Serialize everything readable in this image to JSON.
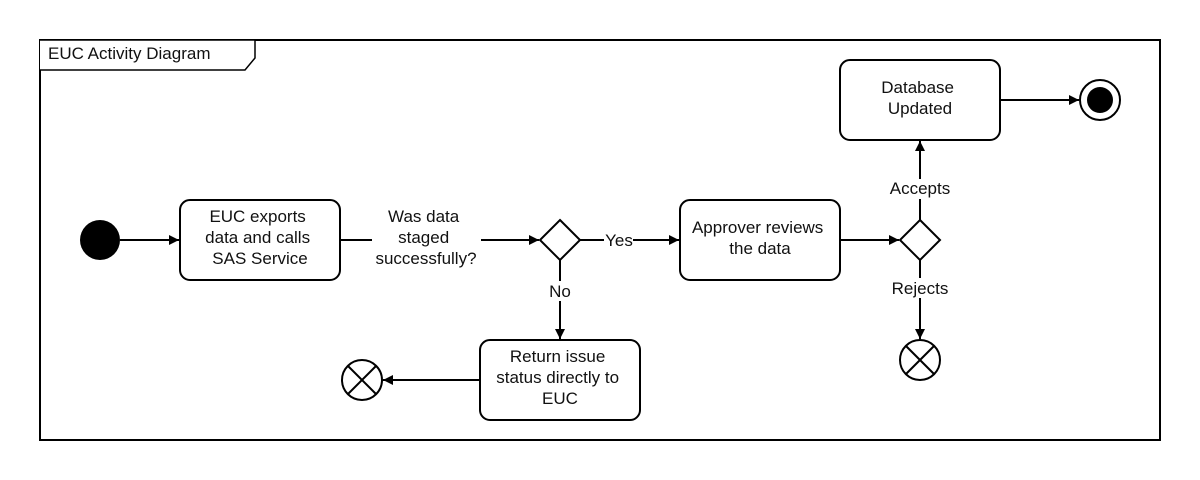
{
  "frame": {
    "title": "EUC Activity Diagram"
  },
  "nodes": {
    "start": {
      "kind": "initial"
    },
    "euc_exports": {
      "lines": [
        "EUC exports",
        "data and calls",
        "SAS Service"
      ]
    },
    "decision_staged": {
      "kind": "decision"
    },
    "return_issue": {
      "lines": [
        "Return issue",
        "status directly to",
        "EUC"
      ]
    },
    "flow_final_left": {
      "kind": "flow-final"
    },
    "approver_reviews": {
      "lines": [
        "Approver reviews",
        "the data"
      ]
    },
    "decision_approve": {
      "kind": "decision"
    },
    "database_updated": {
      "lines": [
        "Database",
        "Updated"
      ]
    },
    "flow_final_bottom": {
      "kind": "flow-final"
    },
    "end": {
      "kind": "activity-final"
    }
  },
  "labels": {
    "was_data_staged": [
      "Was data",
      "staged",
      "successfully?"
    ],
    "yes": "Yes",
    "no": "No",
    "accepts": "Accepts",
    "rejects": "Rejects"
  }
}
